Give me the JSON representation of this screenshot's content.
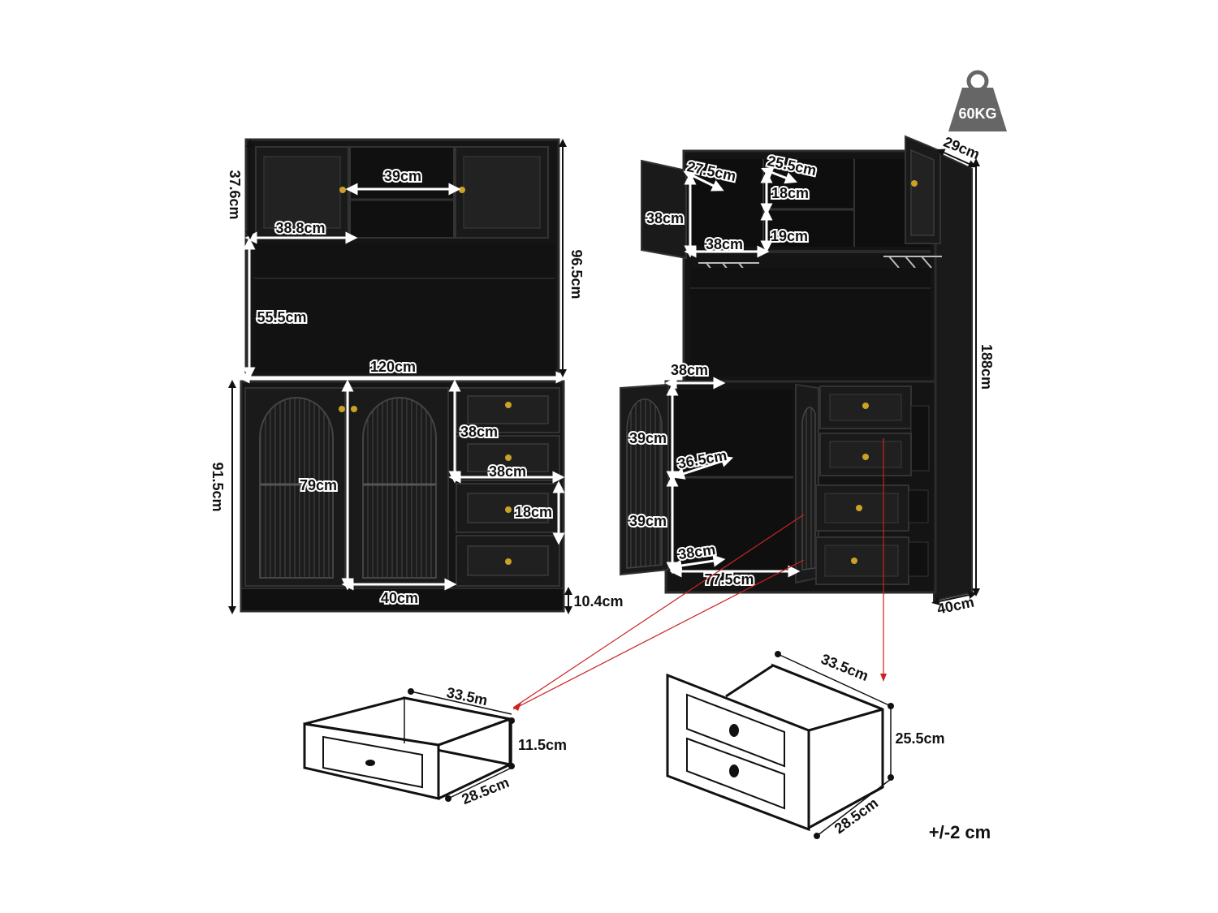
{
  "weight_badge": {
    "label": "60KG",
    "icon": "weight-icon",
    "color": "#666666"
  },
  "tolerance": "+/-2 cm",
  "colors": {
    "cabinet": "#151515",
    "cabinet_edge": "#2c2c2c",
    "accent_line": "#cc2222",
    "knob": "#c9a227"
  },
  "front_view": {
    "upper_height": "37.6cm",
    "upper_center_width": "39cm",
    "upper_door_width": "38.8cm",
    "hutch_height": "96.5cm",
    "open_shelf_height": "55.5cm",
    "total_width": "120cm",
    "base_height": "91.5cm",
    "arch_door_height": "79cm",
    "arch_door_width": "40cm",
    "drawer_height_upper": "38cm",
    "drawer_width": "38cm",
    "drawer_height_lower": "18cm",
    "leg_height": "10.4cm"
  },
  "open_view": {
    "top_door_width": "27.5cm",
    "top_shelf_width": "25.5cm",
    "top_shelf_height_upper": "18cm",
    "top_shelf_height_lower": "19cm",
    "top_cabinet_height": "38cm",
    "top_cabinet_width": "38cm",
    "side_depth_top": "29cm",
    "total_height": "188cm",
    "base_door_width": "38cm",
    "base_shelf_upper_height": "39cm",
    "base_shelf_depth": "36.5cm",
    "base_shelf_lower_height": "39cm",
    "base_bottom_width": "38cm",
    "base_inner_width": "77.5cm",
    "base_depth": "40cm"
  },
  "small_drawer": {
    "width": "33.5m",
    "height": "11.5cm",
    "depth": "28.5cm"
  },
  "large_drawer": {
    "width": "33.5cm",
    "height": "25.5cm",
    "depth": "28.5cm"
  }
}
